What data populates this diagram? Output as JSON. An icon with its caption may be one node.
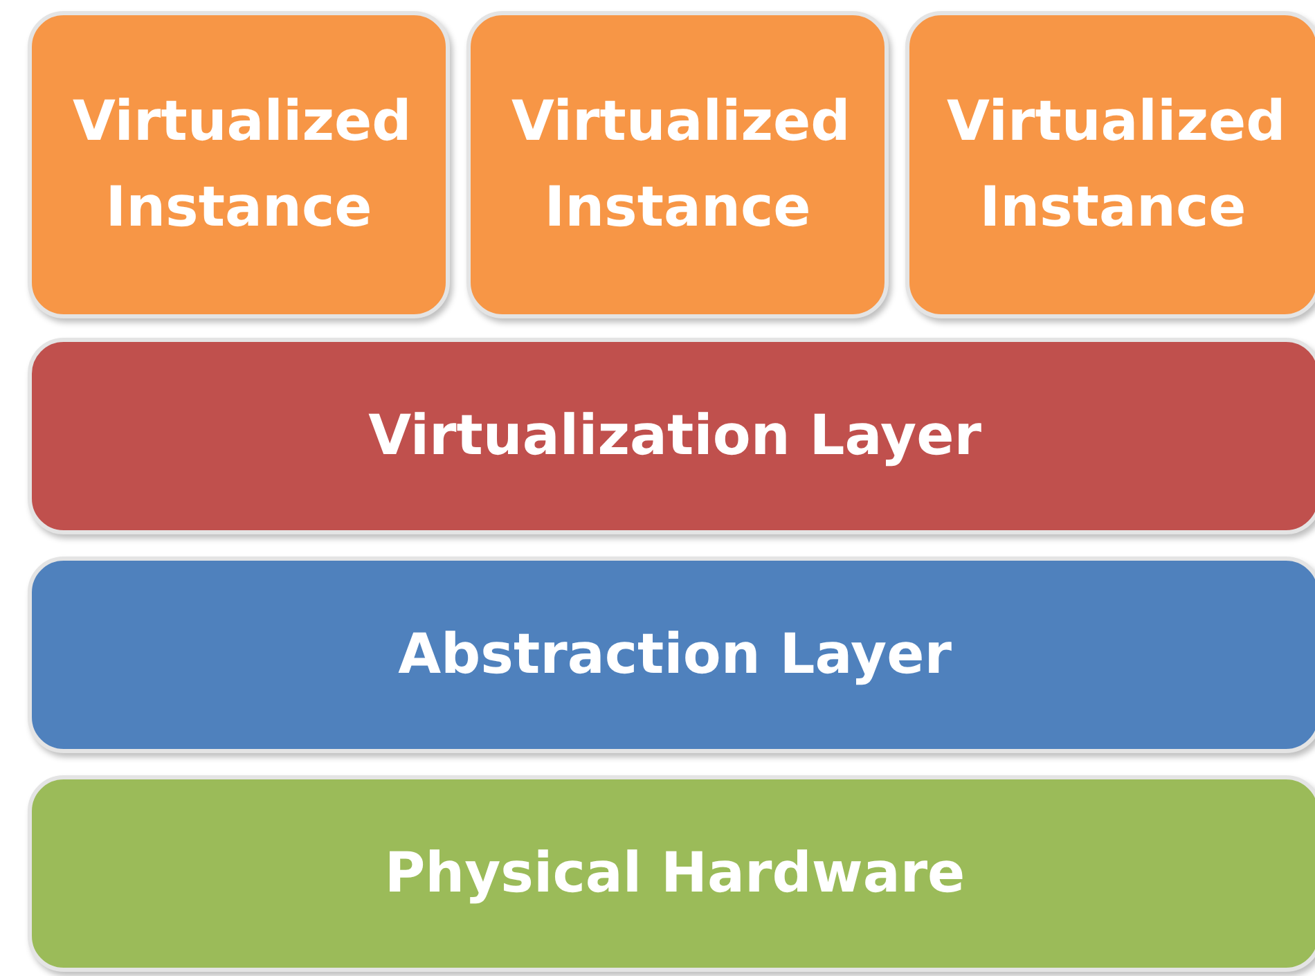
{
  "diagram": {
    "nodes": [
      {
        "text": [
          "Virtualized Instance"
        ]
      },
      {
        "text": [
          "Virtualized Instance"
        ]
      },
      {
        "text": [
          "Virtualized Instance"
        ]
      },
      {
        "text": [
          "Virtualization Layer"
        ]
      },
      {
        "text": [
          "Abstraction Layer"
        ]
      },
      {
        "text": [
          "Physical Hardware"
        ]
      }
    ]
  }
}
